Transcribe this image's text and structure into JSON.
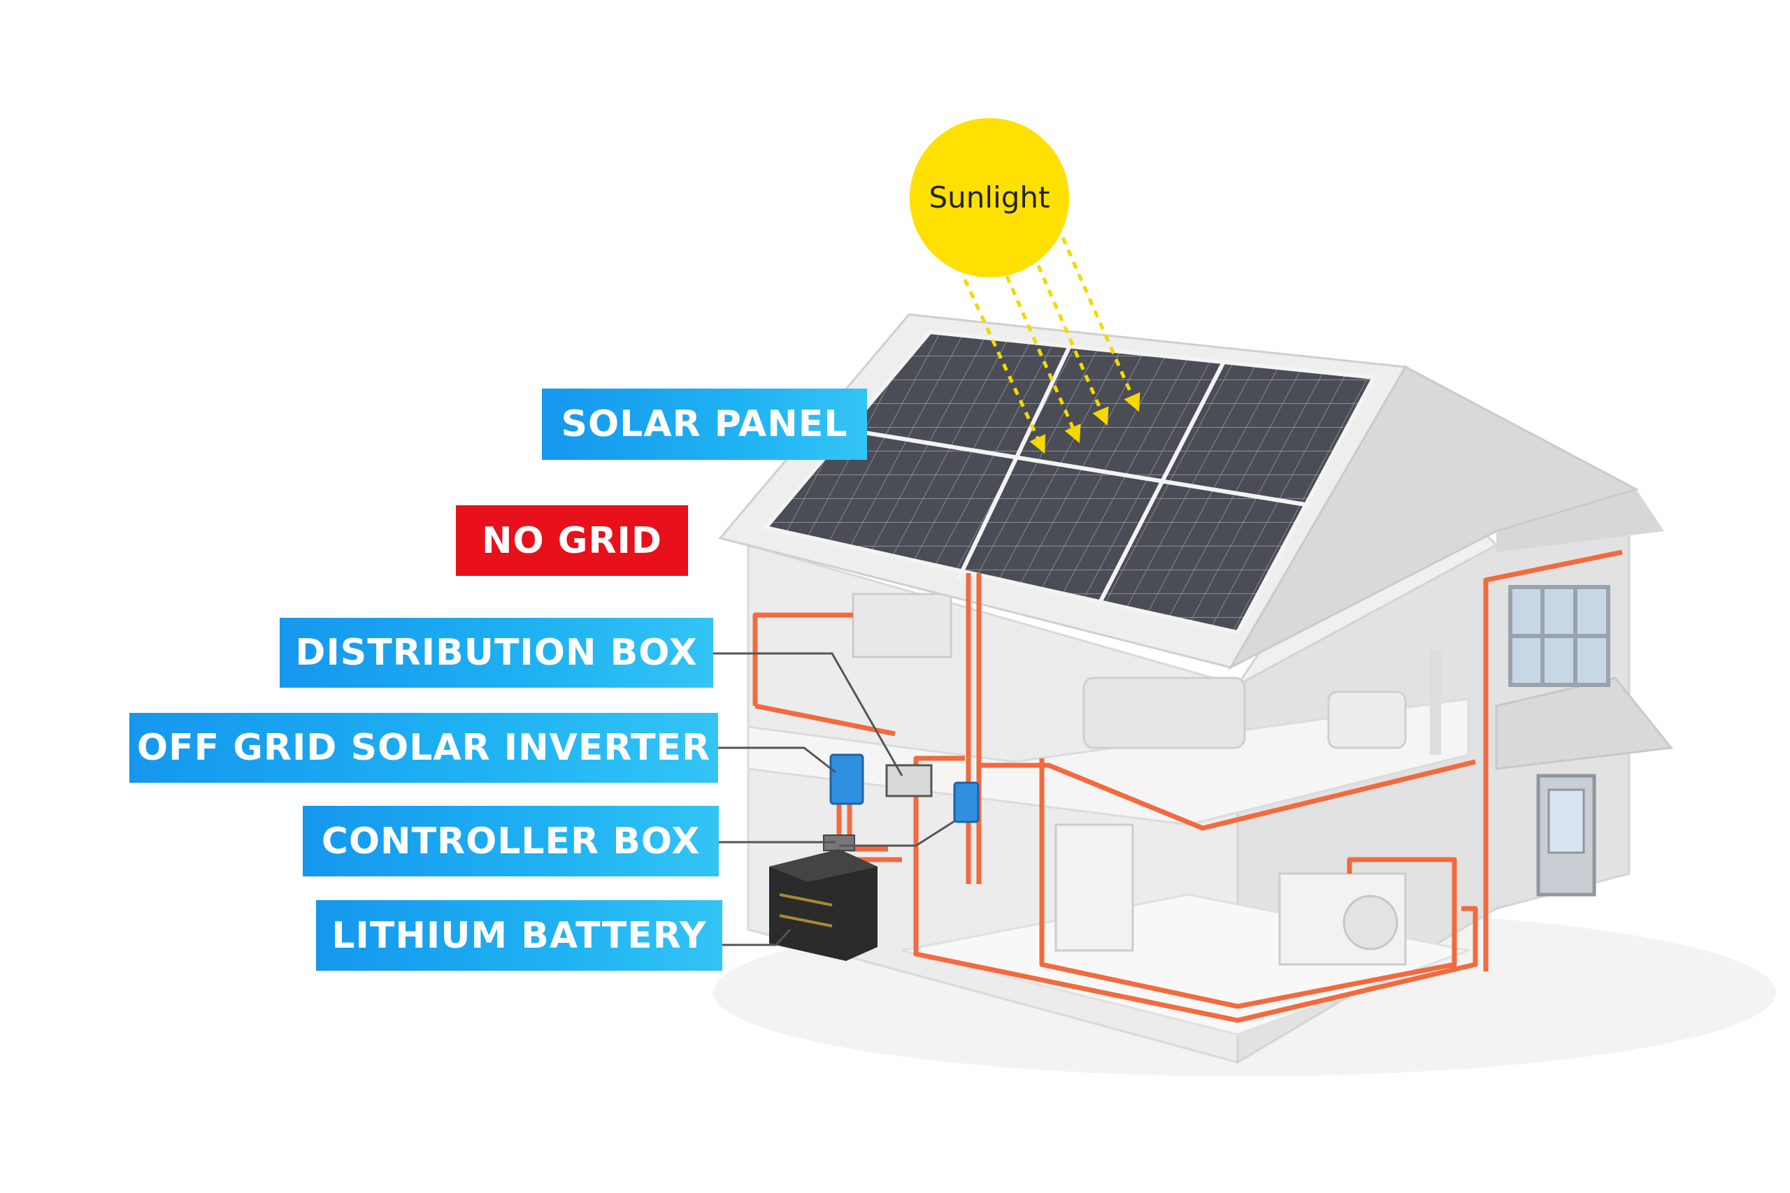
{
  "sun": {
    "label": "Sunlight",
    "color": "#ffe000"
  },
  "labels": {
    "solar_panel": "SOLAR PANEL",
    "no_grid": "NO GRID",
    "distribution_box": "DISTRIBUTION BOX",
    "inverter": "OFF GRID SOLAR INVERTER",
    "controller_box": "CONTROLLER BOX",
    "lithium_battery": "LITHIUM BATTERY"
  },
  "colors": {
    "label_blue": "#1aa6f0",
    "label_red": "#e8101a",
    "wire": "#f26a3d",
    "sun_ray": "#f5d800",
    "panel": "#4a4d55",
    "house": "#e9e9ea"
  }
}
